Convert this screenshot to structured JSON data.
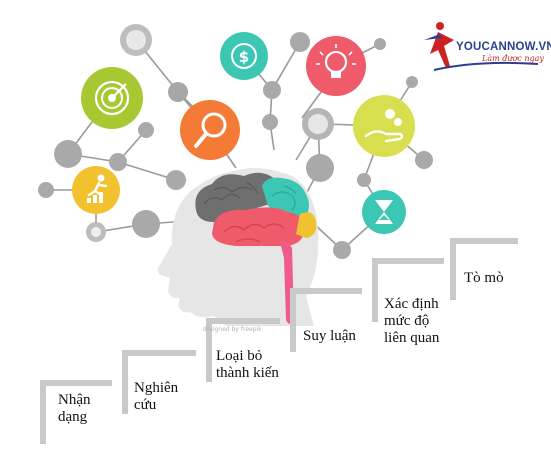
{
  "logo": {
    "name": "YOUCANNOW.VN",
    "tagline": "Làm được ngay",
    "color_primary": "#2a3f8f",
    "color_accent": "#cc2222"
  },
  "watermark": "designed by freepik",
  "steps": [
    {
      "lines": [
        "Nhận",
        "dạng"
      ]
    },
    {
      "lines": [
        "Nghiên",
        "cứu"
      ]
    },
    {
      "lines": [
        "Loại bỏ",
        "thành kiến"
      ]
    },
    {
      "lines": [
        "Suy luận"
      ]
    },
    {
      "lines": [
        "Xác định",
        "mức độ",
        "liên quan"
      ]
    },
    {
      "lines": [
        "Tò mò"
      ]
    }
  ],
  "icons": [
    {
      "name": "target-icon",
      "color": "#a8c832"
    },
    {
      "name": "dollar-icon",
      "color": "#3cc6b4"
    },
    {
      "name": "lightbulb-icon",
      "color": "#ef5b6a"
    },
    {
      "name": "magnifier-icon",
      "color": "#f47a36"
    },
    {
      "name": "hand-coins-icon",
      "color": "#d8df4e"
    },
    {
      "name": "runner-icon",
      "color": "#f2c12e"
    },
    {
      "name": "hourglass-icon",
      "color": "#3cc6b4"
    }
  ]
}
